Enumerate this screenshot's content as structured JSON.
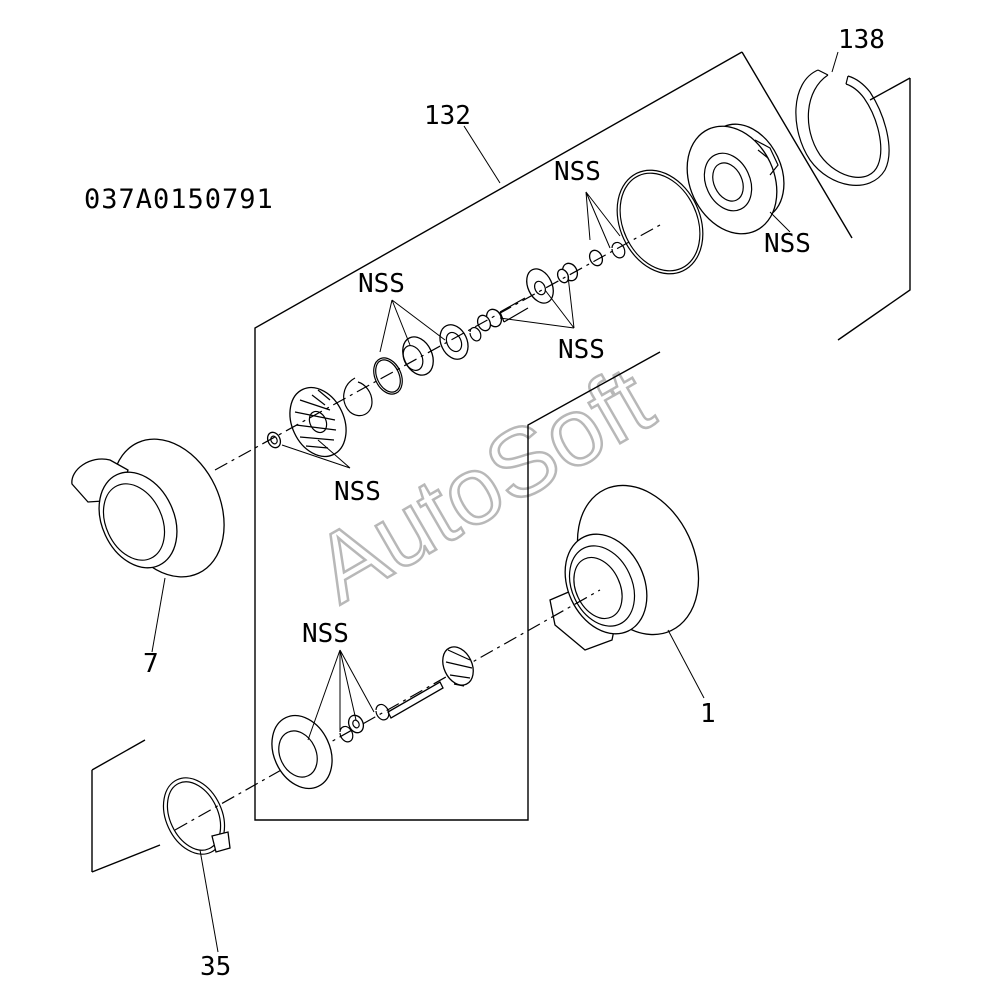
{
  "drawing_code": "037A0150791",
  "watermark": "AutoSoft",
  "callouts": {
    "p138": "138",
    "p132": "132",
    "p7": "7",
    "p1": "1",
    "p35": "35",
    "nss1": "NSS",
    "nss2": "NSS",
    "nss3": "NSS",
    "nss4": "NSS",
    "nss5": "NSS",
    "nss6": "NSS"
  }
}
